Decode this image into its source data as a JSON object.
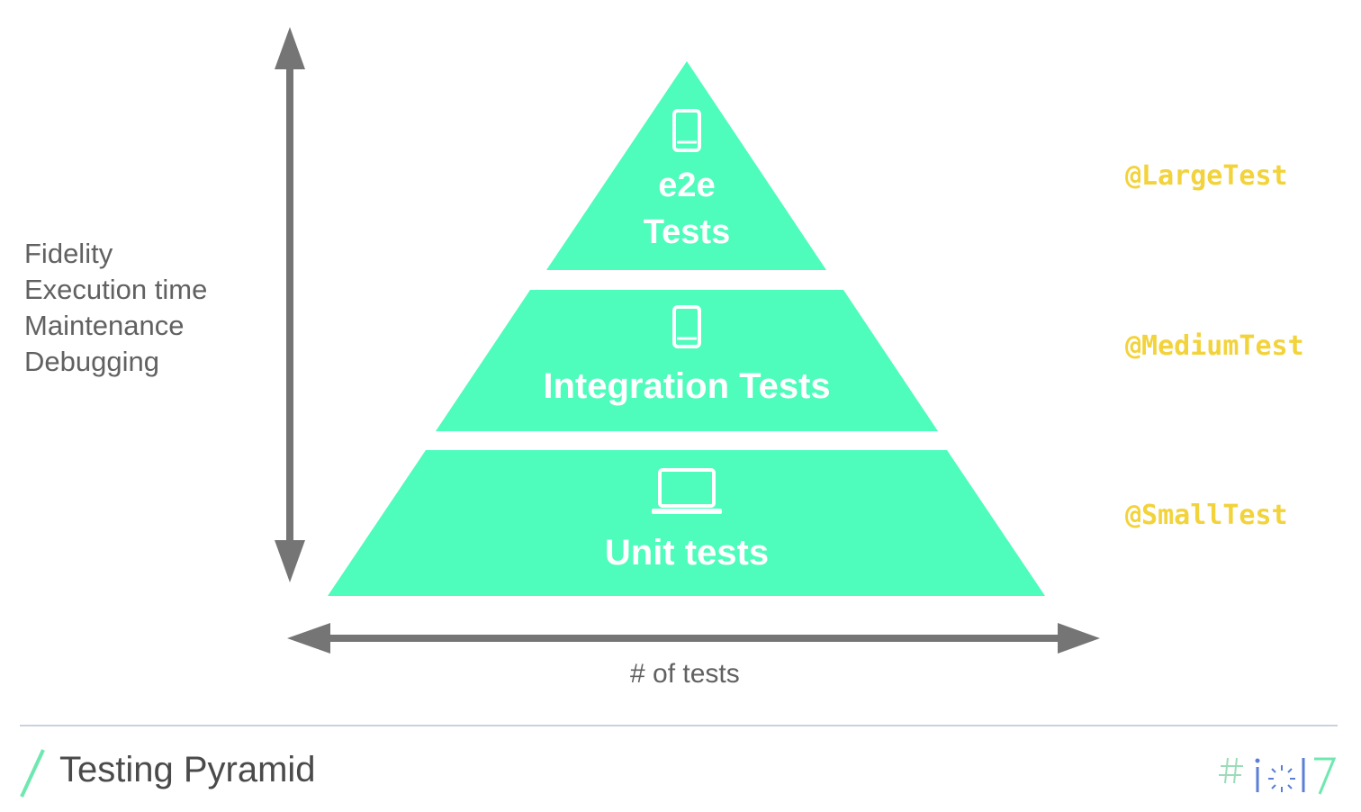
{
  "slide": {
    "title": "Testing Pyramid",
    "footer_logo_text": "#io17"
  },
  "axes": {
    "vertical_labels": [
      "Fidelity",
      "Execution time",
      "Maintenance",
      "Debugging"
    ],
    "horizontal_label": "# of tests"
  },
  "pyramid": {
    "tiers": [
      {
        "line1": "e2e",
        "line2": "Tests",
        "icon": "phone-icon",
        "annotation": "@LargeTest"
      },
      {
        "line1": "Integration Tests",
        "icon": "phone-icon",
        "annotation": "@MediumTest"
      },
      {
        "line1": "Unit tests",
        "icon": "laptop-icon",
        "annotation": "@SmallTest"
      }
    ]
  },
  "colors": {
    "tier_fill": "#4efcbc",
    "arrow": "#757575",
    "annotation": "#f2d33c",
    "divider": "#c9d2dc"
  }
}
